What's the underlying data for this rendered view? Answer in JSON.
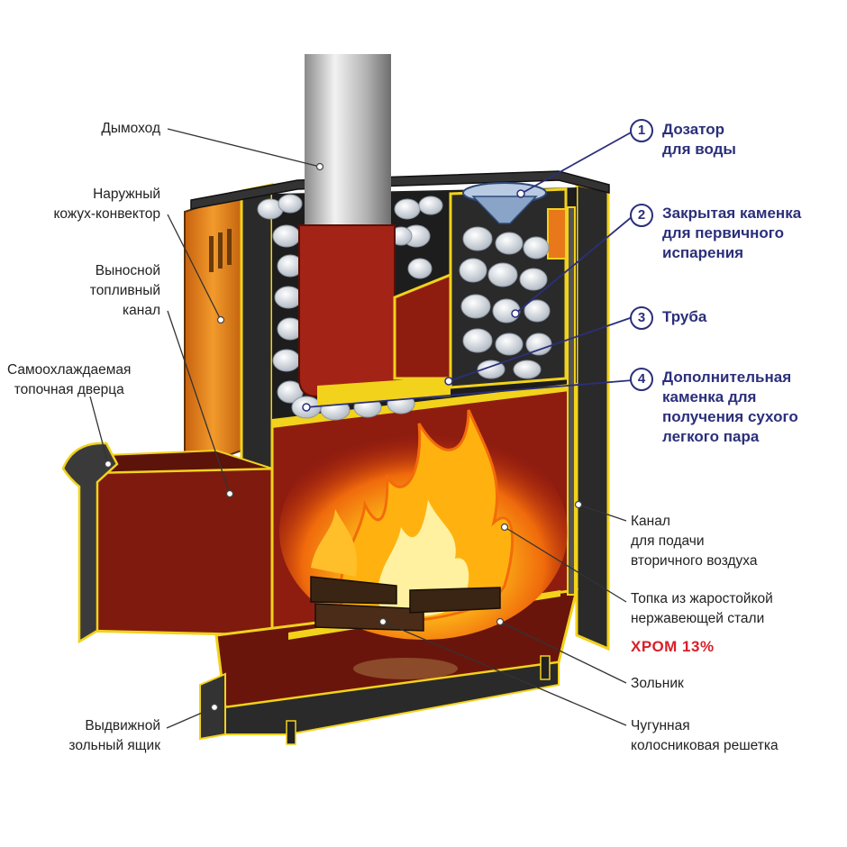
{
  "colors": {
    "body_red": "#8e1d10",
    "edge_yellow": "#f2d21b",
    "casing_orange": "#e8871e",
    "callout_blue": "#2b2f7a",
    "accent_red": "#d8202a"
  },
  "left_labels": {
    "chimney": "Дымоход",
    "casing": [
      "Наружный",
      "кожух-конвектор"
    ],
    "fuel_channel": [
      "Выносной",
      "топливный",
      "канал"
    ],
    "door": [
      "Самоохлаждаемая",
      "топочная дверца"
    ],
    "ash_box": [
      "Выдвижной",
      "зольный ящик"
    ]
  },
  "callouts": [
    {
      "number": "1",
      "lines": [
        "Дозатор",
        "для воды"
      ]
    },
    {
      "number": "2",
      "lines": [
        "Закрытая каменка",
        "для первичного",
        "испарения"
      ]
    },
    {
      "number": "3",
      "lines": [
        "Труба"
      ]
    },
    {
      "number": "4",
      "lines": [
        "Дополнительная",
        "каменка для",
        "получения сухого",
        "легкого пара"
      ]
    }
  ],
  "right_labels": {
    "air_channel": [
      "Канал",
      "для подачи",
      "вторичного воздуха"
    ],
    "firebox": [
      "Топка из жаростойкой",
      "нержавеющей стали"
    ],
    "chrome": "ХРОМ 13%",
    "ash_pit": "Зольник",
    "grate": [
      "Чугунная",
      "колосниковая решетка"
    ]
  }
}
